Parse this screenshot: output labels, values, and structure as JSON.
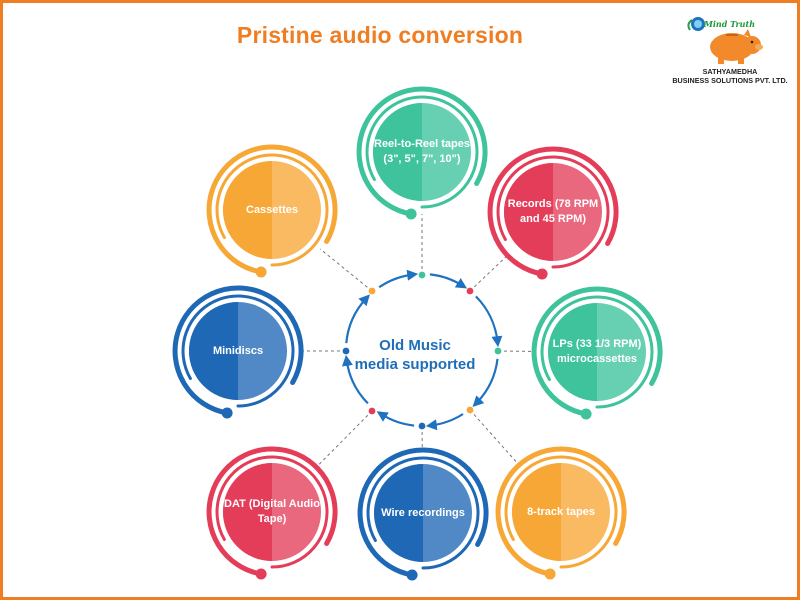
{
  "title": "Pristine audio conversion",
  "center": {
    "line1": "Old Music",
    "line2": "media supported"
  },
  "logo": {
    "brand": "Mind Truth",
    "name_line1": "SATHYAMEDHA",
    "name_line2": "BUSINESS SOLUTIONS PVT. LTD."
  },
  "colors": {
    "accent": "#ef7d22",
    "green": "#3ec39c",
    "red": "#e43d5a",
    "blue": "#1f68b5",
    "orange": "#f7a735"
  },
  "media": [
    {
      "line1": "Reel-to-Reel tapes",
      "line2": "(3\", 5\", 7\", 10\")",
      "color": "green"
    },
    {
      "line1": "Records (78 RPM",
      "line2": "and 45 RPM)",
      "color": "red"
    },
    {
      "line1": "LPs (33 1/3 RPM)",
      "line2": "microcassettes",
      "color": "green"
    },
    {
      "line1": "8-track tapes",
      "line2": "",
      "color": "orange"
    },
    {
      "line1": "Wire recordings",
      "line2": "",
      "color": "blue"
    },
    {
      "line1": "DAT (Digital Audio",
      "line2": "Tape)",
      "color": "red"
    },
    {
      "line1": "Minidiscs",
      "line2": "",
      "color": "blue"
    },
    {
      "line1": "Cassettes",
      "line2": "",
      "color": "orange"
    }
  ]
}
